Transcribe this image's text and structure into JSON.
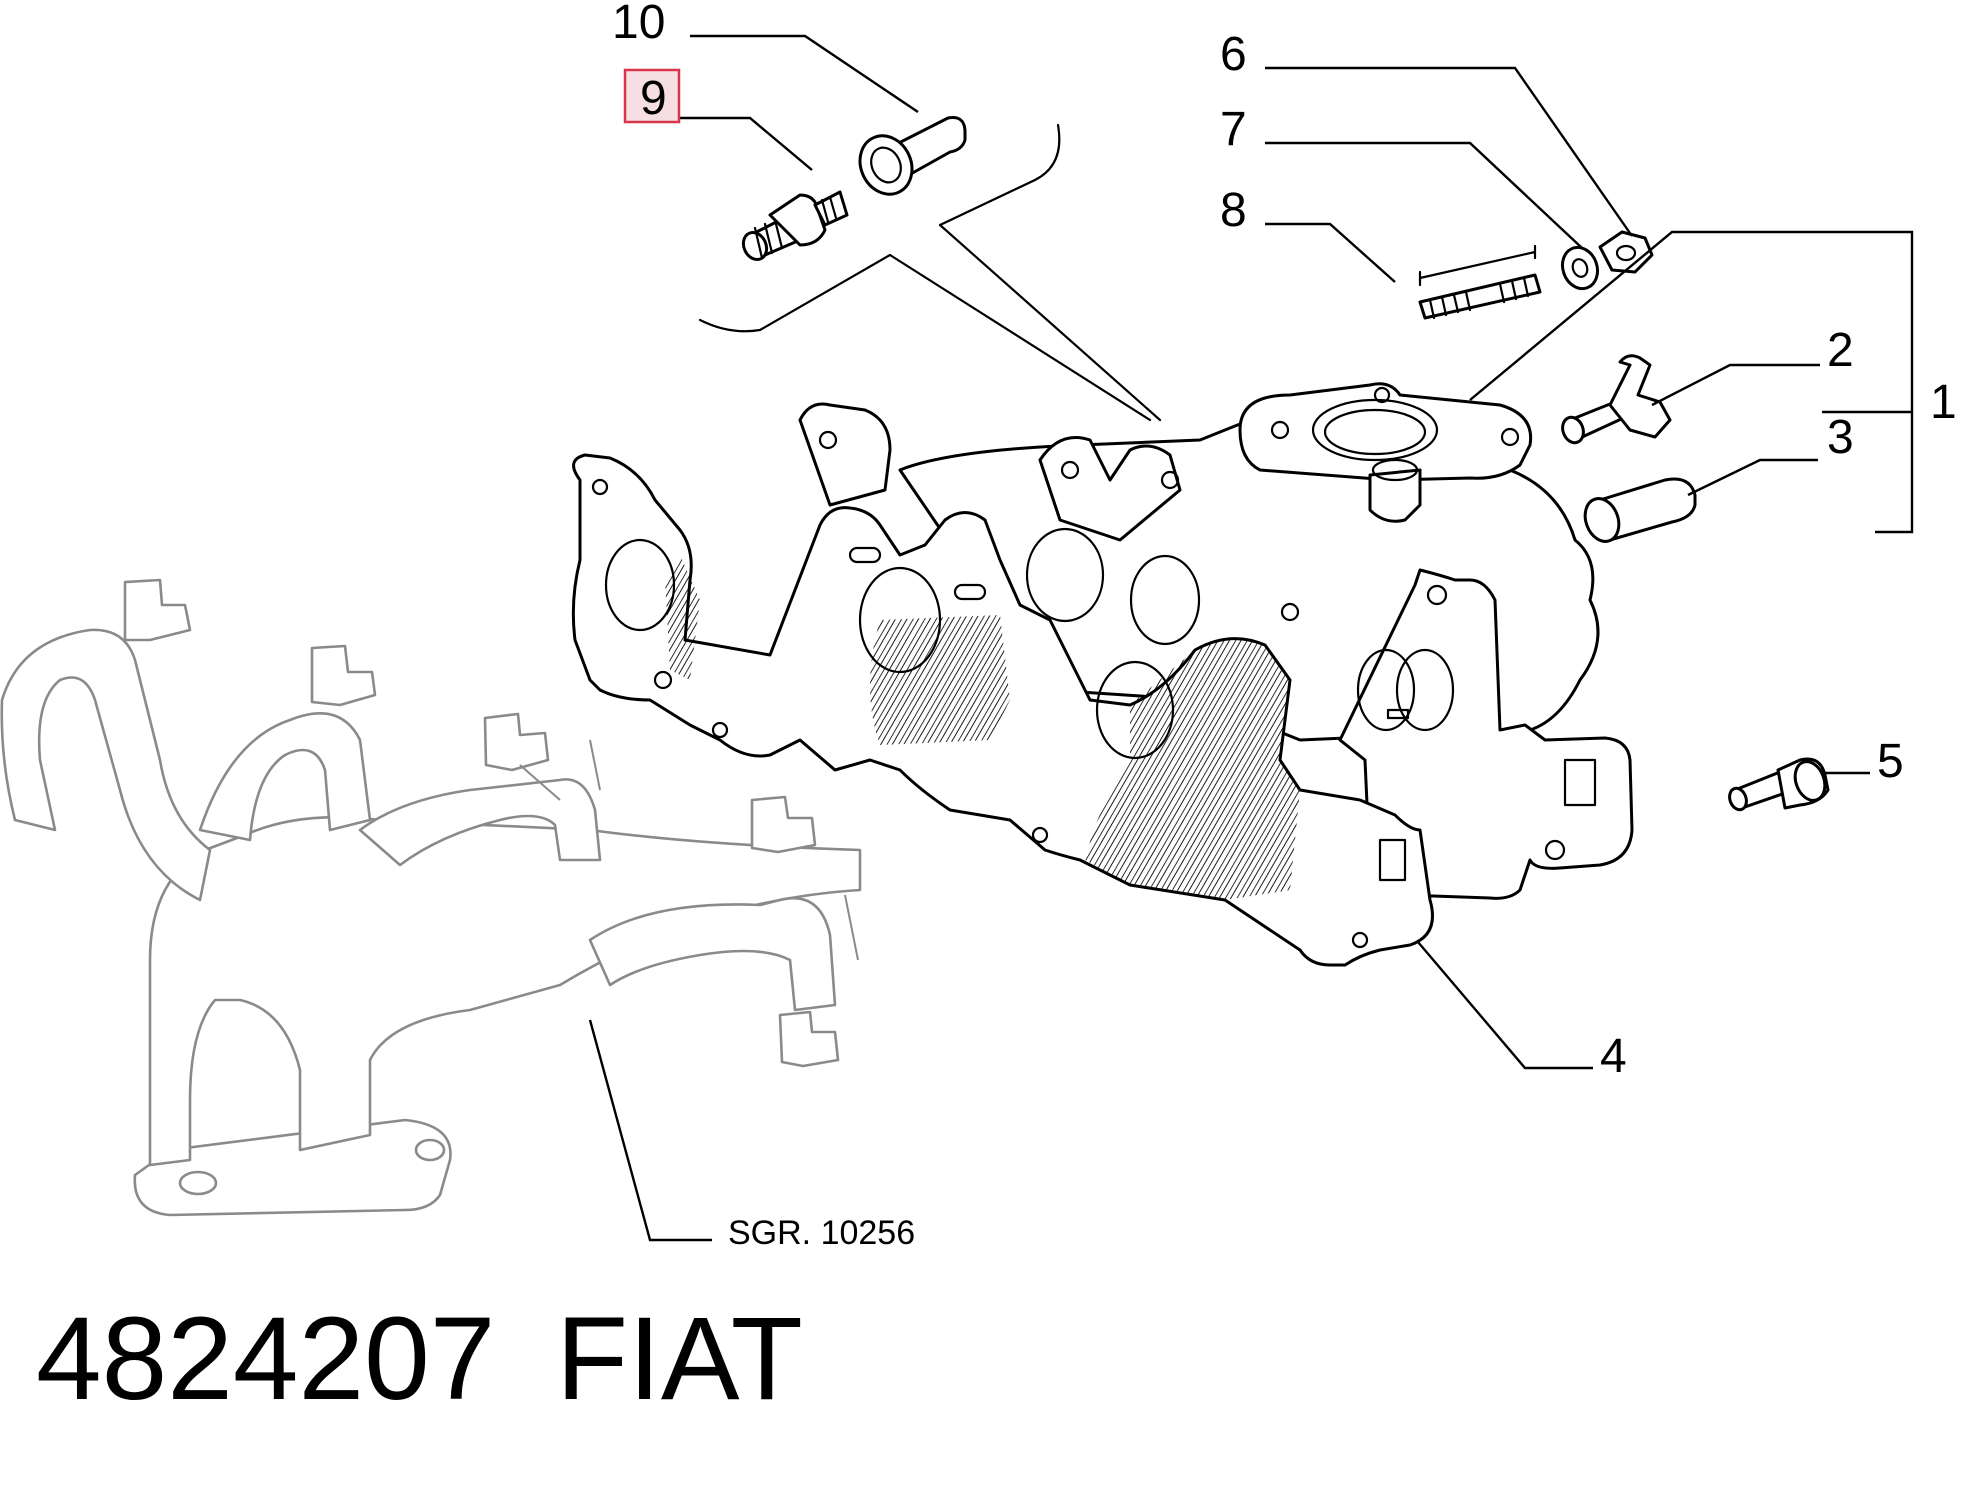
{
  "diagram": {
    "callouts": {
      "c1": "1",
      "c2": "2",
      "c3": "3",
      "c4": "4",
      "c5": "5",
      "c6": "6",
      "c7": "7",
      "c8": "8",
      "c9": "9",
      "c10": "10"
    },
    "highlighted_callout": "9",
    "highlight_color": "#d9354a",
    "reference_label": "SGR. 10256"
  },
  "footer": {
    "part_number": "4824207",
    "brand": "FIAT"
  }
}
